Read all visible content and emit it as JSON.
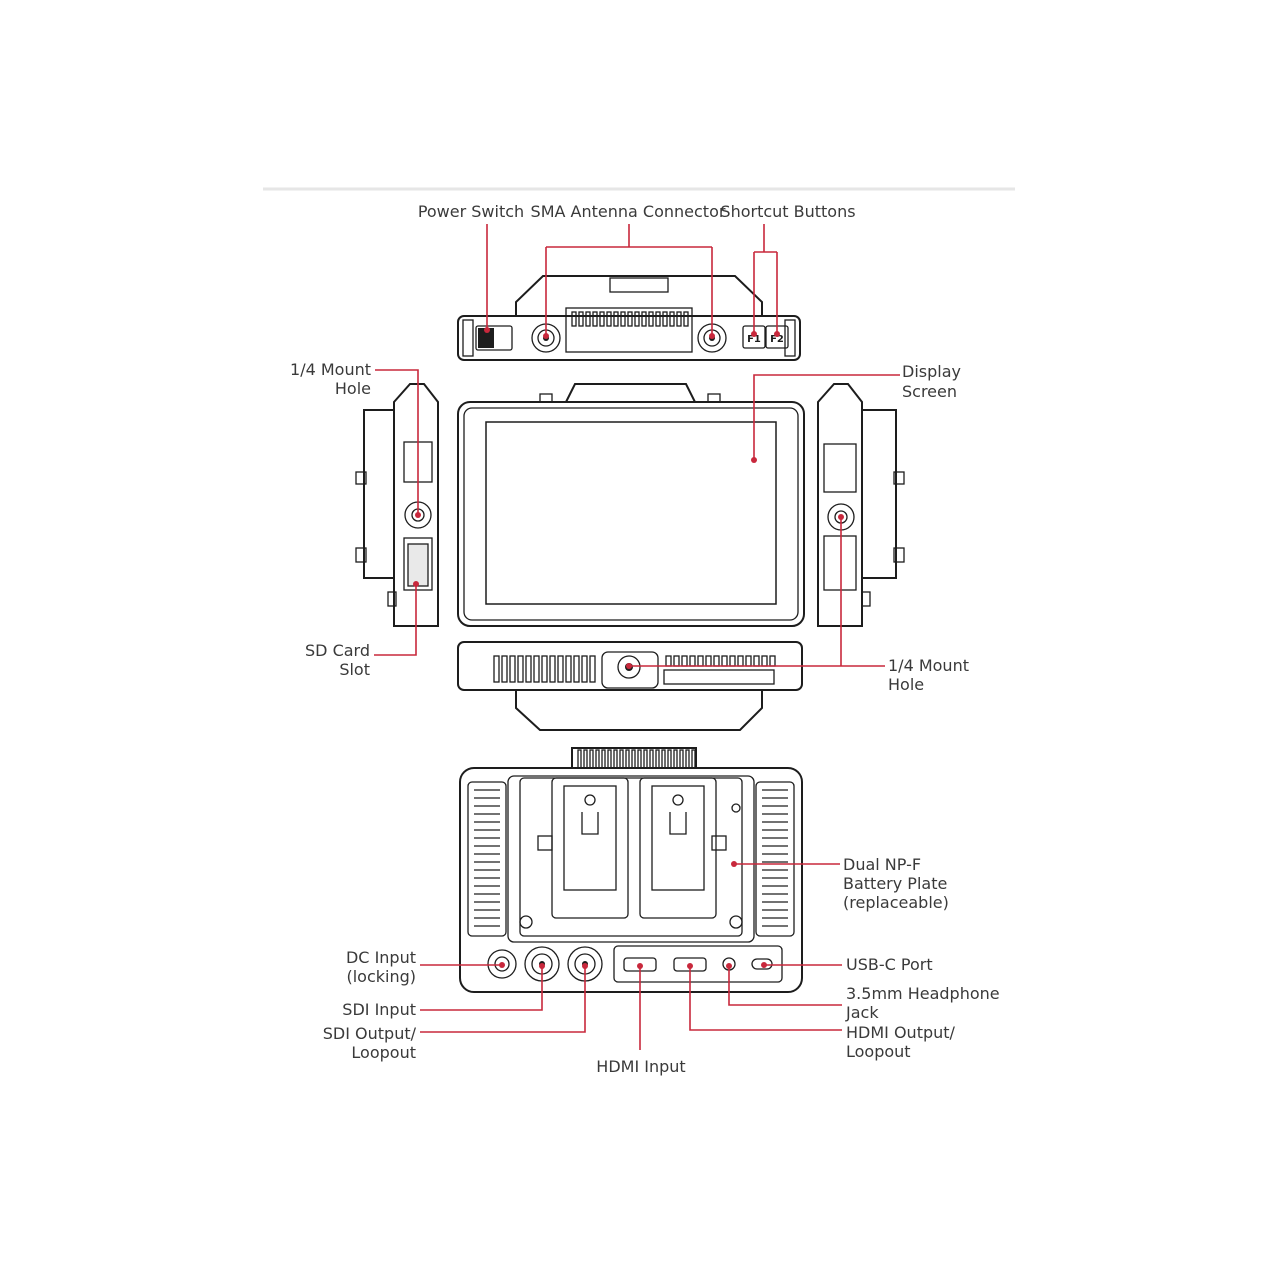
{
  "colors": {
    "callout": "#c8283c",
    "outline": "#1d1d1d",
    "text": "#3a3a3a",
    "divider": "#e6e6e6"
  },
  "labels": {
    "power_switch": "Power Switch",
    "sma_antenna": "SMA Antenna Connector",
    "shortcut_buttons": "Shortcut Buttons",
    "mount_hole_left": [
      "1/4 Mount",
      "Hole"
    ],
    "display_screen": [
      "Display",
      "Screen"
    ],
    "sd_card_slot": [
      "SD Card",
      "Slot"
    ],
    "mount_hole_bottom": [
      "1/4 Mount",
      "Hole"
    ],
    "battery_plate": [
      "Dual NP-F",
      "Battery Plate",
      "(replaceable)"
    ],
    "dc_input": [
      "DC Input",
      "(locking)"
    ],
    "usb_c": "USB-C Port",
    "headphone": [
      "3.5mm Headphone",
      "Jack"
    ],
    "sdi_input": "SDI Input",
    "sdi_output": [
      "SDI Output/",
      "Loopout"
    ],
    "hdmi_output": [
      "HDMI Output/",
      "Loopout"
    ],
    "hdmi_input": "HDMI Input",
    "button_f1": "F1",
    "button_f2": "F2"
  }
}
